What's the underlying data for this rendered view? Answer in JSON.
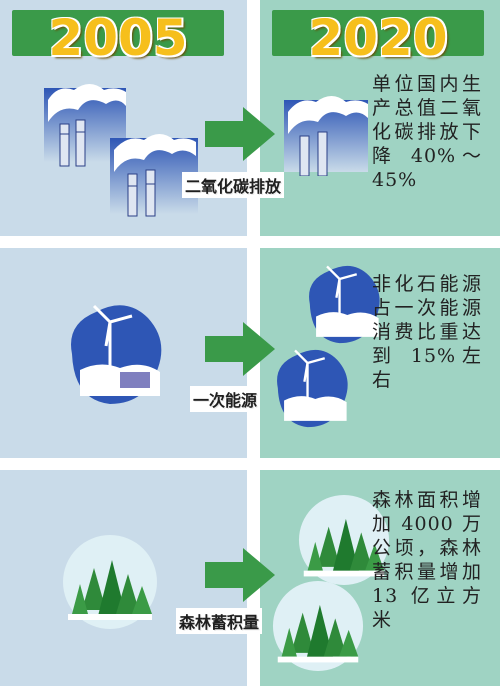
{
  "years": {
    "before": "2005",
    "after": "2020"
  },
  "rows": [
    {
      "label": "二氧化碳排放",
      "icon": "factory-smokestack-icon",
      "text": "单位国内生产总值二氧化碳排放下降 40%～45%"
    },
    {
      "label": "一次能源",
      "icon": "wind-turbine-icon",
      "text": "非化石能源占一次能源消费比重达到 15%左右"
    },
    {
      "label": "森林蓄积量",
      "icon": "forest-icon",
      "text": "森林面积增加 4000 万公顷，森林蓄积量增加 13 亿立方米"
    }
  ],
  "colors": {
    "left_panel": "#c9dbe9",
    "right_panel": "#9fd3c3",
    "arrow": "#3a9a49",
    "year_text": "#f6bf1c"
  }
}
